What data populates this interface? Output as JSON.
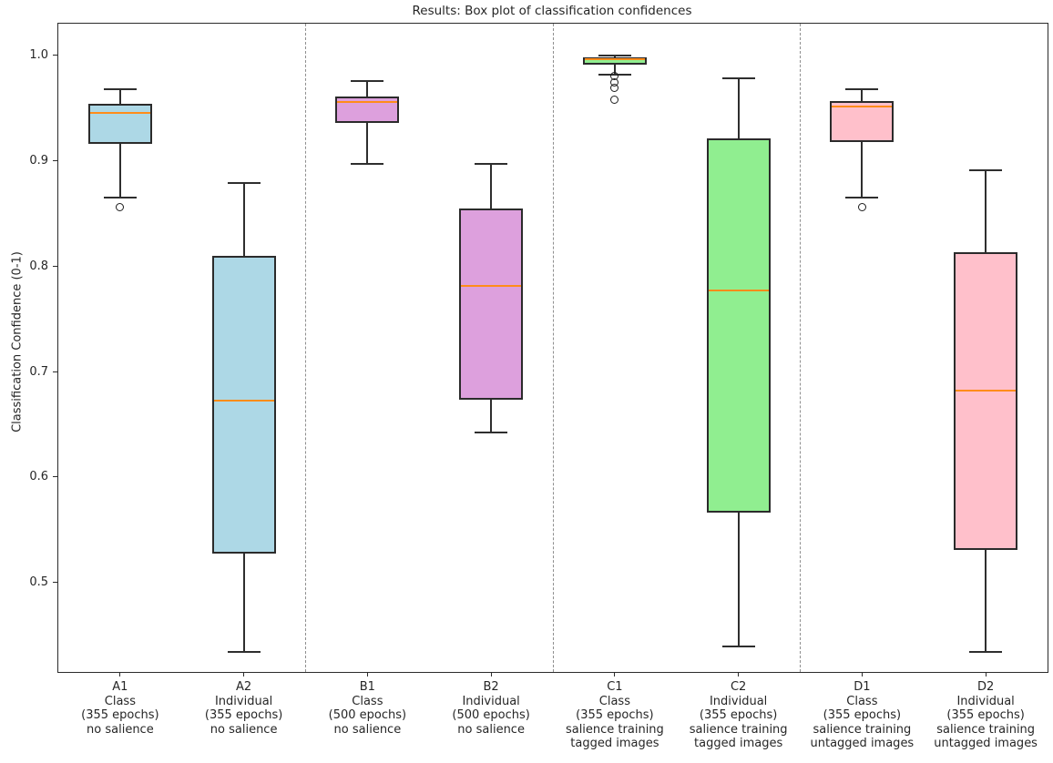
{
  "chart_data": {
    "type": "box",
    "title": "Results: Box plot of classification confidences",
    "ylabel": "Classification Confidence (0-1)",
    "ylim": [
      0.415,
      1.03
    ],
    "yticks": [
      1.0,
      0.9,
      0.8,
      0.7,
      0.6,
      0.5
    ],
    "grid": false,
    "legend": "none",
    "median_color": "#ff8c1a",
    "edge_color": "#2b2b2b",
    "group_separators": [
      2.5,
      4.5,
      6.5
    ],
    "boxes": [
      {
        "id": "A1",
        "label_lines": [
          "A1",
          "Class",
          "(355 epochs)",
          "no salience"
        ],
        "color": "#ADD8E6",
        "whisker_high": 0.968,
        "q3": 0.954,
        "median": 0.945,
        "q1": 0.916,
        "whisker_low": 0.865,
        "outliers": [
          0.856
        ]
      },
      {
        "id": "A2",
        "label_lines": [
          "A2",
          "Individual",
          "(355 epochs)",
          "no salience"
        ],
        "color": "#ADD8E6",
        "whisker_high": 0.879,
        "q3": 0.81,
        "median": 0.672,
        "q1": 0.527,
        "whisker_low": 0.434,
        "outliers": []
      },
      {
        "id": "B1",
        "label_lines": [
          "B1",
          "Class",
          "(500 epochs)",
          "no salience"
        ],
        "color": "#DDA0DD",
        "whisker_high": 0.976,
        "q3": 0.961,
        "median": 0.956,
        "q1": 0.936,
        "whisker_low": 0.897,
        "outliers": []
      },
      {
        "id": "B2",
        "label_lines": [
          "B2",
          "Individual",
          "(500 epochs)",
          "no salience"
        ],
        "color": "#DDA0DD",
        "whisker_high": 0.897,
        "q3": 0.855,
        "median": 0.781,
        "q1": 0.673,
        "whisker_low": 0.642,
        "outliers": []
      },
      {
        "id": "C1",
        "label_lines": [
          "C1",
          "Class",
          "(355 epochs)",
          "salience training",
          "tagged images"
        ],
        "color": "#90EE90",
        "whisker_high": 0.9995,
        "q3": 0.998,
        "median": 0.996,
        "q1": 0.991,
        "whisker_low": 0.982,
        "outliers": [
          0.98,
          0.974,
          0.969,
          0.958
        ]
      },
      {
        "id": "C2",
        "label_lines": [
          "C2",
          "Individual",
          "(355 epochs)",
          "salience training",
          "tagged images"
        ],
        "color": "#90EE90",
        "whisker_high": 0.978,
        "q3": 0.921,
        "median": 0.777,
        "q1": 0.566,
        "whisker_low": 0.439,
        "outliers": []
      },
      {
        "id": "D1",
        "label_lines": [
          "D1",
          "Class",
          "(355 epochs)",
          "salience training",
          "untagged images"
        ],
        "color": "#FFC0CB",
        "whisker_high": 0.968,
        "q3": 0.957,
        "median": 0.951,
        "q1": 0.918,
        "whisker_low": 0.865,
        "outliers": [
          0.856
        ]
      },
      {
        "id": "D2",
        "label_lines": [
          "D2",
          "Individual",
          "(355 epochs)",
          "salience training",
          "untagged images"
        ],
        "color": "#FFC0CB",
        "whisker_high": 0.891,
        "q3": 0.813,
        "median": 0.682,
        "q1": 0.531,
        "whisker_low": 0.434,
        "outliers": []
      }
    ]
  }
}
